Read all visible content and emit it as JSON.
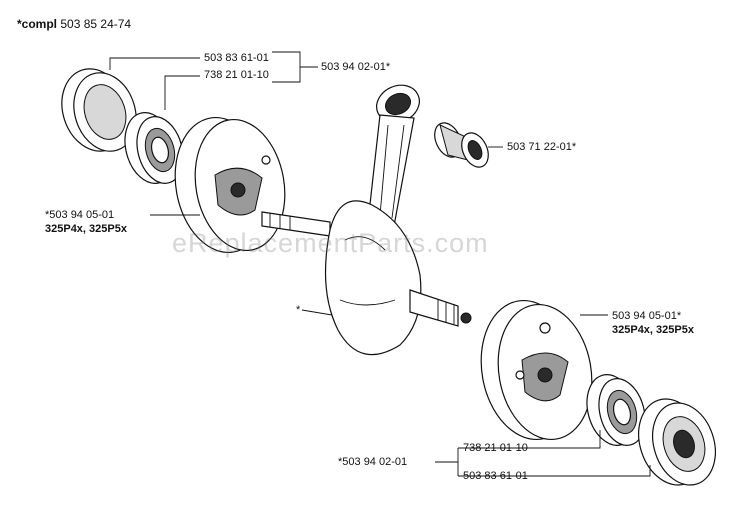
{
  "watermark": "eReplacementParts.com",
  "assembly": {
    "prefix": "*compl",
    "number": "503 85 24-74"
  },
  "callouts": {
    "bearing_top_a": "503 83 61-01",
    "bearing_top_b": "738 21 01-10",
    "bearing_kit_top": "503 94 02-01*",
    "needle_bearing": "503 71 22-01*",
    "half_left_num": "*503 94 05-01",
    "half_left_models": "325P4x, 325P5x",
    "crankshaft": "*",
    "half_right_num": "503 94 05-01*",
    "half_right_models": "325P4x, 325P5x",
    "bearing_kit_bottom": "*503 94 02-01",
    "bearing_bot_a": "738 21 01-10",
    "bearing_bot_b": "503 83 61-01"
  }
}
